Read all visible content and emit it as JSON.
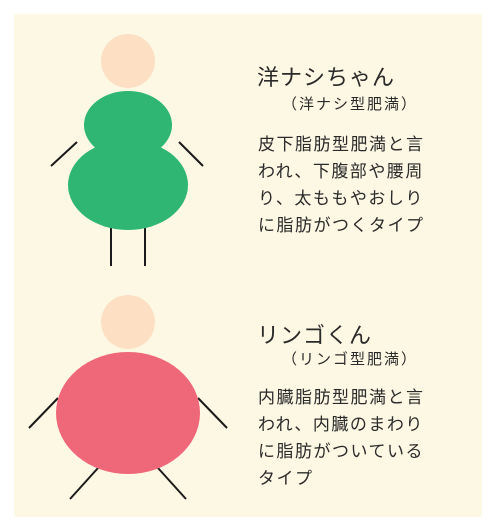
{
  "colors": {
    "background": "#fdf8e4",
    "head": "#fde0c4",
    "pear_body": "#2eb672",
    "apple_body": "#ef6879",
    "limb": "#1a1a1a",
    "text": "#2a2a2a"
  },
  "pear": {
    "title": "洋ナシちゃん",
    "subtitle": "（洋ナシ型肥満）",
    "description_lines": [
      "皮下脂肪型肥満と言",
      "われ、下腹部や腰周",
      "り、太ももやおしり",
      "に脂肪がつくタイプ"
    ]
  },
  "apple": {
    "title": "リンゴくん",
    "subtitle": "（リンゴ型肥満）",
    "description_lines": [
      "内臓脂肪型肥満と言",
      "われ、内臓のまわり",
      "に脂肪がついている",
      "タイプ"
    ]
  }
}
